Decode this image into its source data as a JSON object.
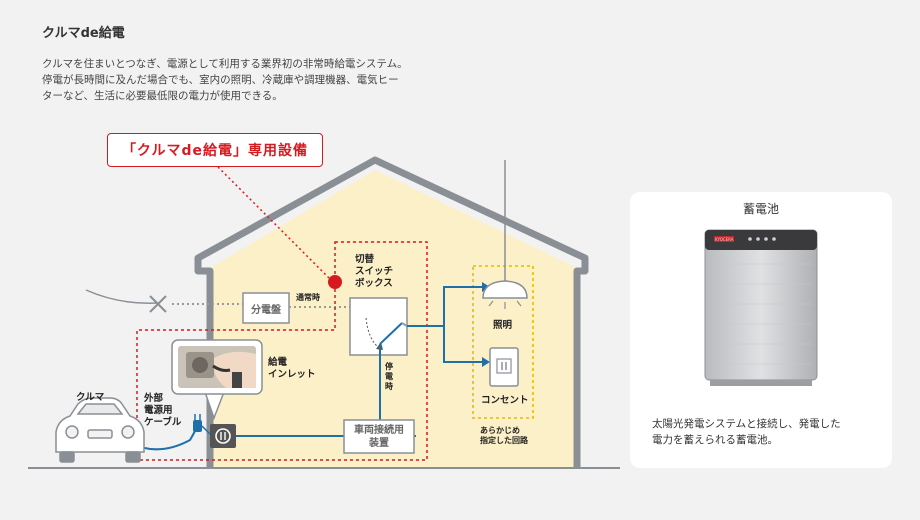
{
  "title": "クルマde給電",
  "description": [
    "クルマを住まいとつなぎ、電源として利用する業界初の非常時給電システム。",
    "停電が長時間に及んだ場合でも、室内の照明、冷蔵庫や調理機器、電気ヒー",
    "ターなど、生活に必要最低限の電力が使用できる。"
  ],
  "badge": "「クルマde給電」専用設備",
  "labels": {
    "car": "クルマ",
    "external_cable": [
      "外部",
      "電源用",
      "ケーブル"
    ],
    "power_inlet": [
      "給電",
      "インレット"
    ],
    "distribution_board": "分電盤",
    "normal_time": "通常時",
    "switch_box": [
      "切替",
      "スイッチ",
      "ボックス"
    ],
    "outage_time": [
      "停",
      "電",
      "時"
    ],
    "vehicle_device": [
      "車両接続用",
      "装置"
    ],
    "lighting": "照明",
    "outlet": "コンセント",
    "designated_circuit": [
      "あらかじめ",
      "指定した回路"
    ]
  },
  "battery_card": {
    "title": "蓄電池",
    "brand": "KYOCERA",
    "text": [
      "太陽光発電システムと接続し、発電した",
      "電力を蓄えられる蓄電池。"
    ]
  },
  "colors": {
    "red": "#d71920",
    "blue": "#1f6fa8",
    "house_fill": "#fcf0c8",
    "house_stroke": "#8a8f96",
    "gray_dotted": "#9a9a9a",
    "yellow_dotted": "#e8c21c"
  }
}
